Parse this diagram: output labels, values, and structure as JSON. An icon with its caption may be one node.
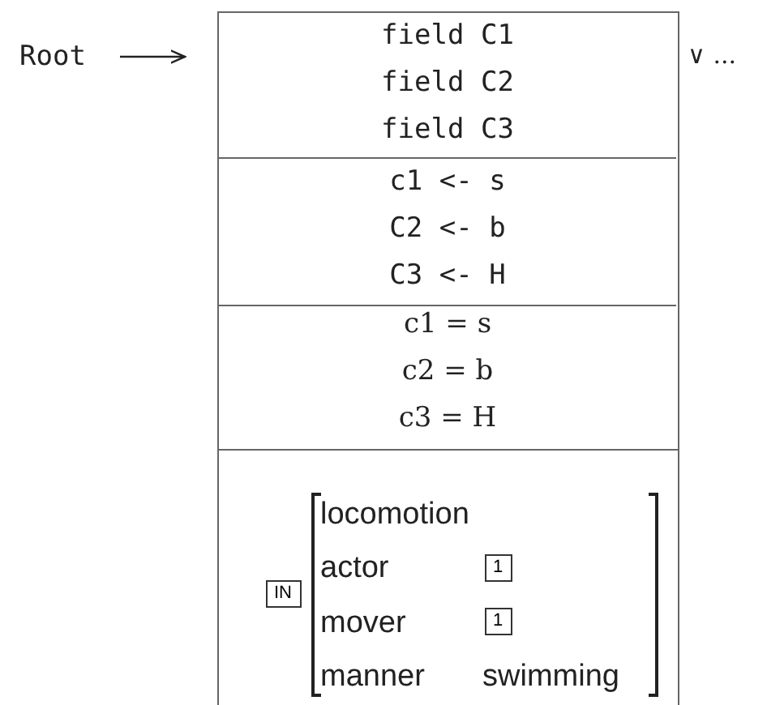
{
  "diagram": {
    "nodes": [
      {
        "text": [
          "Root"
        ]
      },
      {
        "text": [],
        "shape": "box"
      },
      {
        "text": [
          "field C1",
          "field C2",
          "field C3"
        ],
        "in": 1
      },
      {
        "text": [
          "c1 <- s",
          "C2 <- b",
          "C3 <- H"
        ],
        "in": 1
      },
      {
        "text": [
          "c1 = s",
          "c2 = b",
          "c3 = H"
        ],
        "in": 1
      },
      {
        "text": [],
        "shape": "box",
        "in": 1
      },
      {
        "text": [
          "IN"
        ],
        "in": 5
      },
      {
        "text": [
          "locomotion",
          "actor",
          "mover",
          "manner",
          "swimming"
        ],
        "in": 5
      },
      {
        "text": [
          "1"
        ],
        "in": 7
      },
      {
        "text": [
          "1"
        ],
        "in": 7
      }
    ],
    "edges": [
      {
        "from": 0,
        "to": 1,
        "arrow": "to"
      }
    ],
    "labels": [
      "∨ ..."
    ]
  }
}
